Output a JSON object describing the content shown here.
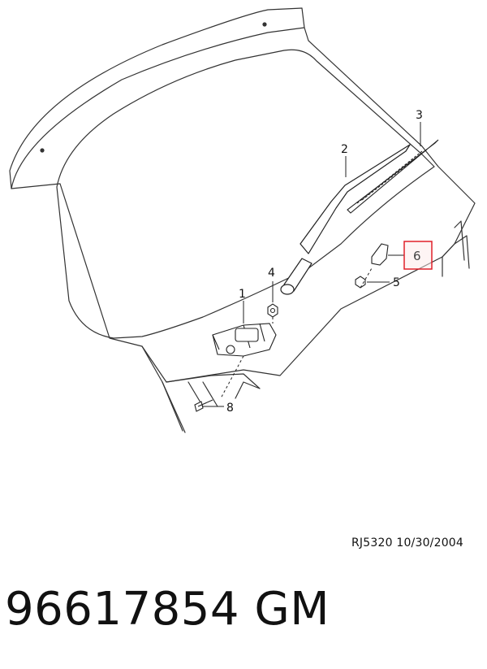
{
  "diagram": {
    "callouts": {
      "c1": "1",
      "c2": "2",
      "c3": "3",
      "c4": "4",
      "c5": "5",
      "c6": "6",
      "c8": "8"
    },
    "highlight_color": "#e0202a"
  },
  "footer": {
    "ref_code": "RJ5320  10/30/2004",
    "part_number": "96617854   GM"
  }
}
